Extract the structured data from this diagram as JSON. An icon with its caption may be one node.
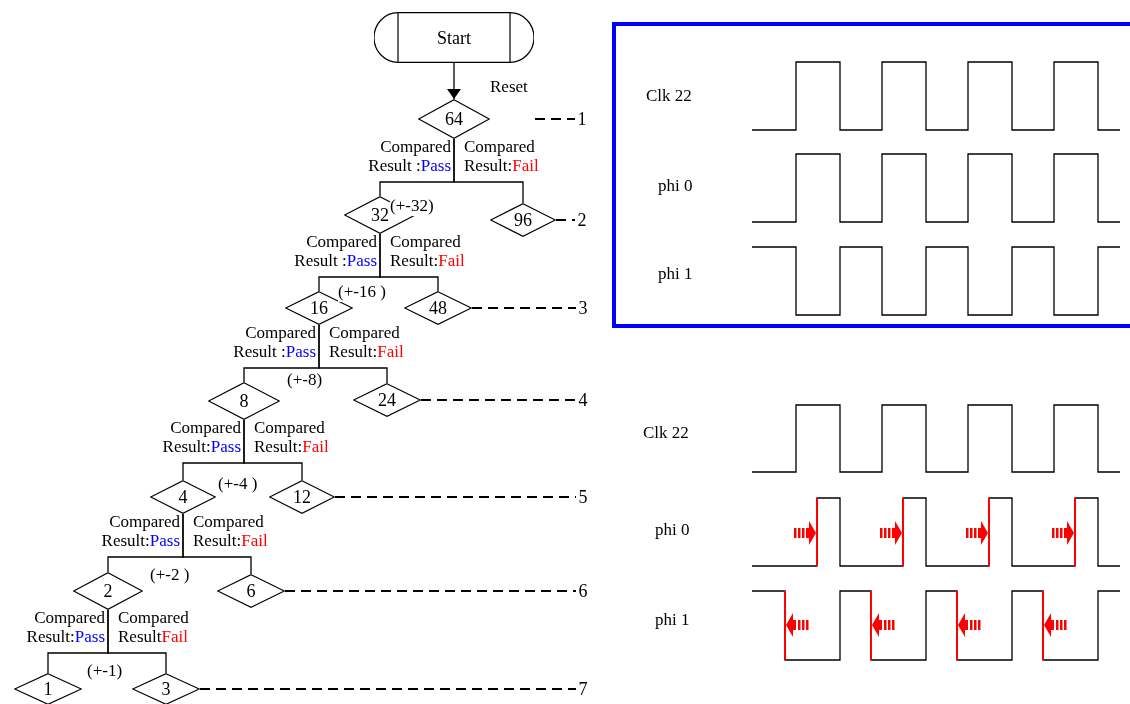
{
  "diagram": {
    "nodes": [
      {
        "text": [
          "Start"
        ]
      },
      {
        "text": [
          "64"
        ]
      },
      {
        "text": [
          "32"
        ]
      },
      {
        "text": [
          "96"
        ]
      },
      {
        "text": [
          "16"
        ]
      },
      {
        "text": [
          "48"
        ]
      },
      {
        "text": [
          "8"
        ]
      },
      {
        "text": [
          "24"
        ]
      },
      {
        "text": [
          "4"
        ]
      },
      {
        "text": [
          "12"
        ]
      },
      {
        "text": [
          "2"
        ]
      },
      {
        "text": [
          "6"
        ]
      },
      {
        "text": [
          "1"
        ]
      },
      {
        "text": [
          "3"
        ]
      },
      {
        "text": [
          "1"
        ]
      },
      {
        "text": [
          "2"
        ]
      },
      {
        "text": [
          "3"
        ]
      },
      {
        "text": [
          "4"
        ]
      },
      {
        "text": [
          "5"
        ]
      },
      {
        "text": [
          "6"
        ]
      },
      {
        "text": [
          "7"
        ]
      },
      {
        "text": [
          "Clk 22",
          "phi 0",
          "phi 1"
        ]
      }
    ],
    "edges": [
      {
        "from": 0,
        "to": 1,
        "arrow": "to",
        "label": "Reset"
      },
      {
        "from": 1,
        "to": 2,
        "arrow": "none",
        "label": "Compared Result :Pass"
      },
      {
        "from": 1,
        "to": 3,
        "arrow": "none",
        "label": "Compared Result:Fail"
      },
      {
        "from": 2,
        "to": 4,
        "arrow": "none",
        "label": "Compared Result :Pass"
      },
      {
        "from": 2,
        "to": 5,
        "arrow": "none",
        "label": "Compared Result:Fail"
      },
      {
        "from": 4,
        "to": 6,
        "arrow": "none",
        "label": "Compared Result :Pass"
      },
      {
        "from": 4,
        "to": 7,
        "arrow": "none",
        "label": "Compared Result:Fail"
      },
      {
        "from": 6,
        "to": 8,
        "arrow": "none",
        "label": "Compared Result:Pass"
      },
      {
        "from": 6,
        "to": 9,
        "arrow": "none",
        "label": "Compared Result:Fail"
      },
      {
        "from": 8,
        "to": 10,
        "arrow": "none",
        "label": "Compared Result:Pass"
      },
      {
        "from": 8,
        "to": 11,
        "arrow": "none",
        "label": "Compared Result:Fail"
      },
      {
        "from": 10,
        "to": 12,
        "arrow": "none",
        "label": "Compared Result:Pass"
      },
      {
        "from": 10,
        "to": 13,
        "arrow": "none",
        "label": "Compared ResultFail"
      },
      {
        "from": null,
        "to": 14,
        "arrow": "none",
        "style": "dashed"
      },
      {
        "from": 3,
        "to": 15,
        "arrow": "none",
        "style": "dashed"
      },
      {
        "from": 5,
        "to": 16,
        "arrow": "none",
        "style": "dashed"
      },
      {
        "from": 7,
        "to": 17,
        "arrow": "none",
        "style": "dashed"
      },
      {
        "from": 9,
        "to": 18,
        "arrow": "none",
        "style": "dashed"
      },
      {
        "from": 11,
        "to": 19,
        "arrow": "none",
        "style": "dashed"
      },
      {
        "from": 13,
        "to": 20,
        "arrow": "none",
        "style": "dashed"
      }
    ],
    "labels": [
      "(+-32)",
      "(+-16 )",
      "(+-8)",
      "(+-4 )",
      "(+-2 )",
      "(+-1)",
      "Clk 22",
      "phi 0",
      "phi 1"
    ]
  }
}
